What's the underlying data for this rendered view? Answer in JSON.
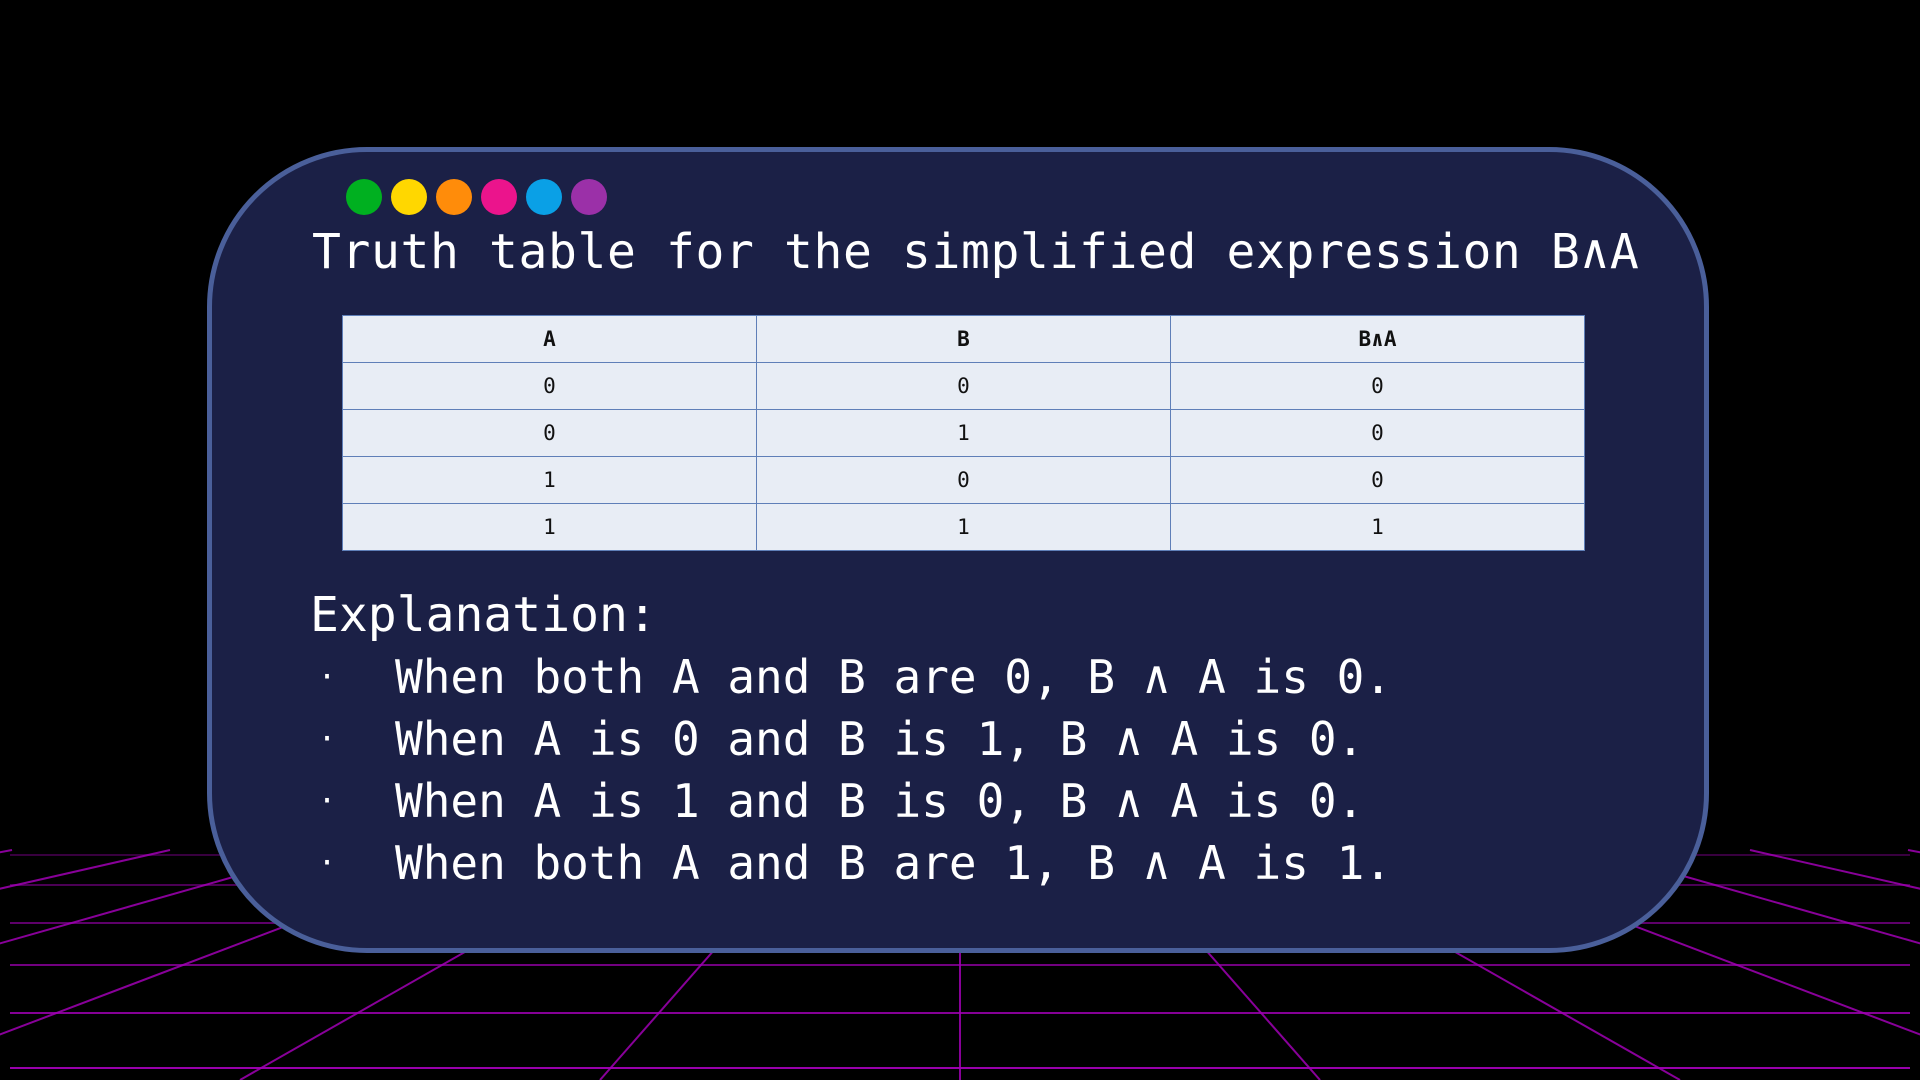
{
  "colors": {
    "background": "#000000",
    "panel": "#1b2046",
    "panel_border": "#4a5f9a",
    "grid": "#a000b4",
    "table_bg": "#e8edf5",
    "table_border": "#5f7fb8",
    "text": "#ffffff"
  },
  "window_dots": [
    {
      "name": "green-dot",
      "color": "#00b020"
    },
    {
      "name": "yellow-dot",
      "color": "#ffd700"
    },
    {
      "name": "orange-dot",
      "color": "#ff8c0a"
    },
    {
      "name": "pink-dot",
      "color": "#eb148c"
    },
    {
      "name": "blue-dot",
      "color": "#0aa0e6"
    },
    {
      "name": "purple-dot",
      "color": "#9b30a8"
    }
  ],
  "title": "Truth table for the simplified expression B∧A",
  "table": {
    "headers": [
      "A",
      "B",
      "B∧A"
    ],
    "rows": [
      [
        "0",
        "0",
        "0"
      ],
      [
        "0",
        "1",
        "0"
      ],
      [
        "1",
        "0",
        "0"
      ],
      [
        "1",
        "1",
        "1"
      ]
    ]
  },
  "explanation": {
    "heading": "Explanation:",
    "bullet_symbol": "·",
    "items": [
      "When both A and B are 0, B ∧ A is 0.",
      "When A is 0 and B is 1, B ∧ A is 0.",
      "When A is 1 and B is 0, B ∧ A is 0.",
      "When both A and B are 1, B ∧ A is 1."
    ]
  }
}
